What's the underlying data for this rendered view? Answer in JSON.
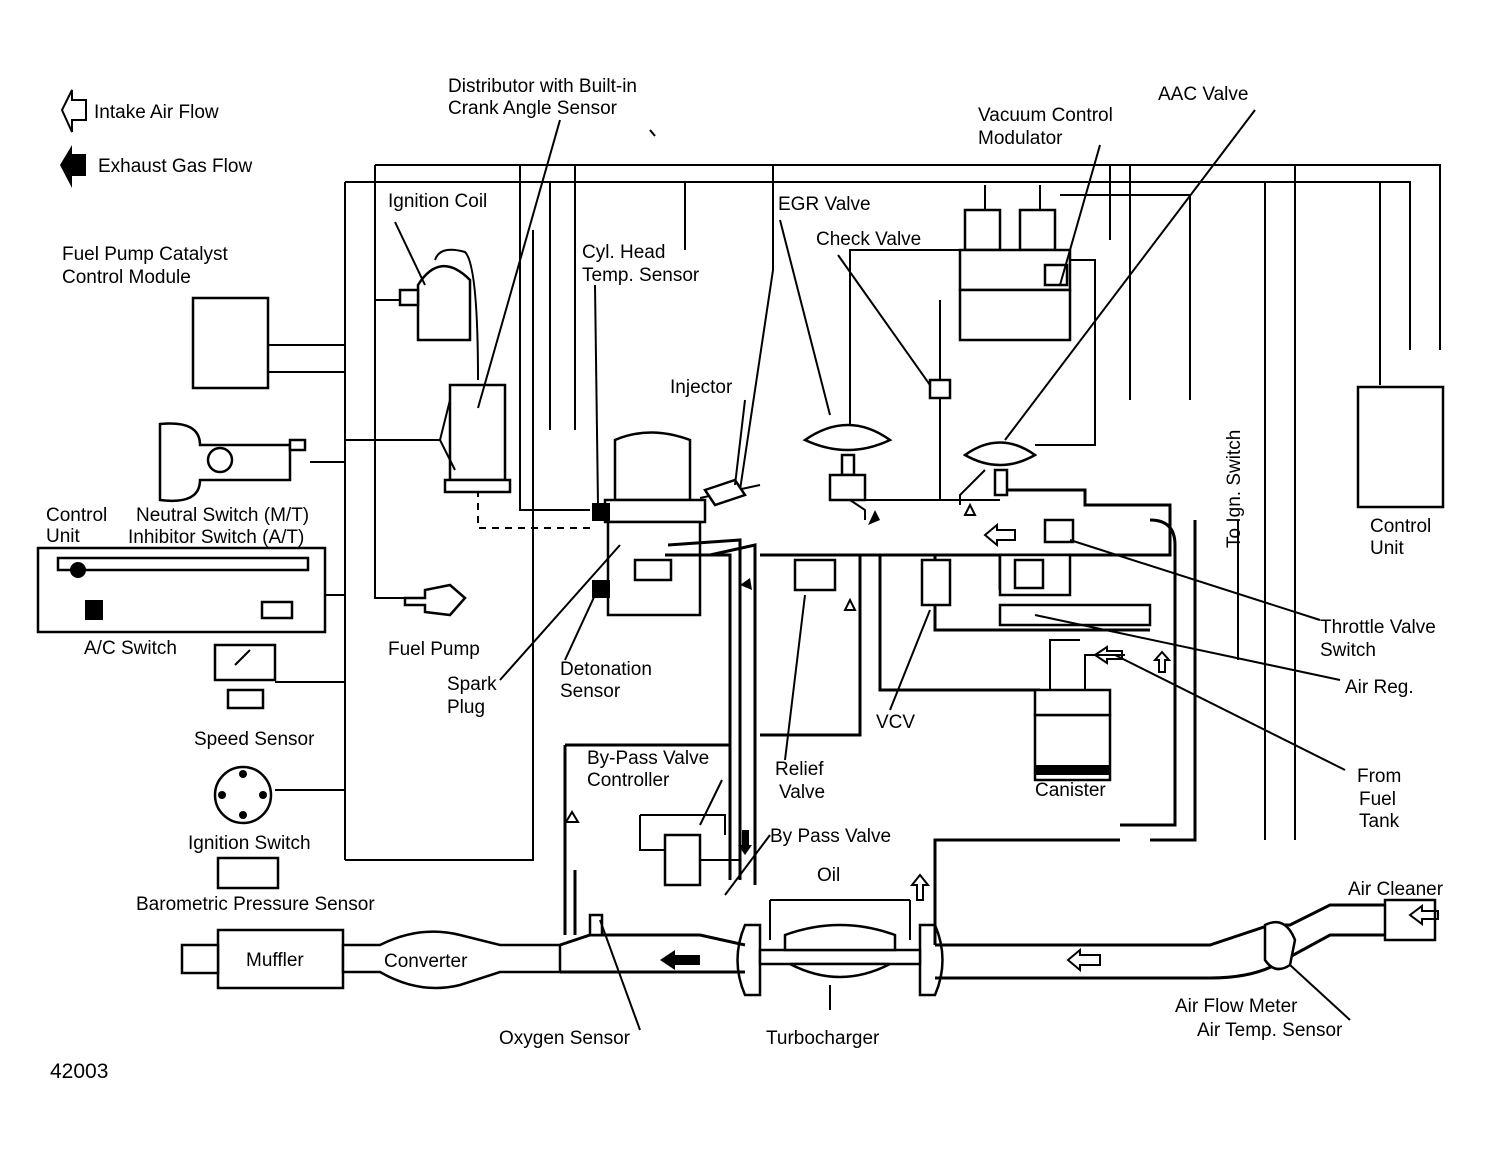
{
  "legend": {
    "intake": "Intake Air Flow",
    "exhaust": "Exhaust Gas Flow"
  },
  "labels": {
    "distributor_l1": "Distributor with Built-in",
    "distributor_l2": "Crank Angle Sensor",
    "aac_valve": "AAC Valve",
    "vcm_l1": "Vacuum Control",
    "vcm_l2": "Modulator",
    "ignition_coil": "Ignition Coil",
    "egr_valve": "EGR Valve",
    "check_valve": "Check Valve",
    "fpccm_l1": "Fuel Pump Catalyst",
    "fpccm_l2": "Control Module",
    "cht_l1": "Cyl. Head",
    "cht_l2": "Temp. Sensor",
    "injector": "Injector",
    "control_unit_left_l1": "Control",
    "control_unit_left_l2": "Unit",
    "neutral_switch": "Neutral Switch (M/T)",
    "inhibitor_switch": "Inhibitor Switch (A/T)",
    "ac_switch": "A/C Switch",
    "fuel_pump": "Fuel Pump",
    "spark_l1": "Spark",
    "spark_l2": "Plug",
    "detonation_l1": "Detonation",
    "detonation_l2": "Sensor",
    "speed_sensor": "Speed Sensor",
    "ignition_switch": "Ignition Switch",
    "barometric": "Barometric Pressure Sensor",
    "muffler": "Muffler",
    "converter": "Converter",
    "oxygen_sensor": "Oxygen Sensor",
    "turbocharger": "Turbocharger",
    "oil": "Oil",
    "bypass_controller_l1": "By-Pass Valve",
    "bypass_controller_l2": "Controller",
    "relief_l1": "Relief",
    "relief_l2": "Valve",
    "bypass_valve": "By Pass Valve",
    "vcv": "VCV",
    "canister": "Canister",
    "to_ign_switch": "To Ign. Switch",
    "control_unit_right_l1": "Control",
    "control_unit_right_l2": "Unit",
    "throttle_l1": "Throttle Valve",
    "throttle_l2": "Switch",
    "air_reg": "Air Reg.",
    "from_fuel_l1": "From",
    "from_fuel_l2": "Fuel",
    "from_fuel_l3": "Tank",
    "air_cleaner": "Air Cleaner",
    "air_flow_meter": "Air Flow Meter",
    "air_temp_sensor": "Air Temp. Sensor",
    "figure_number": "42003"
  }
}
